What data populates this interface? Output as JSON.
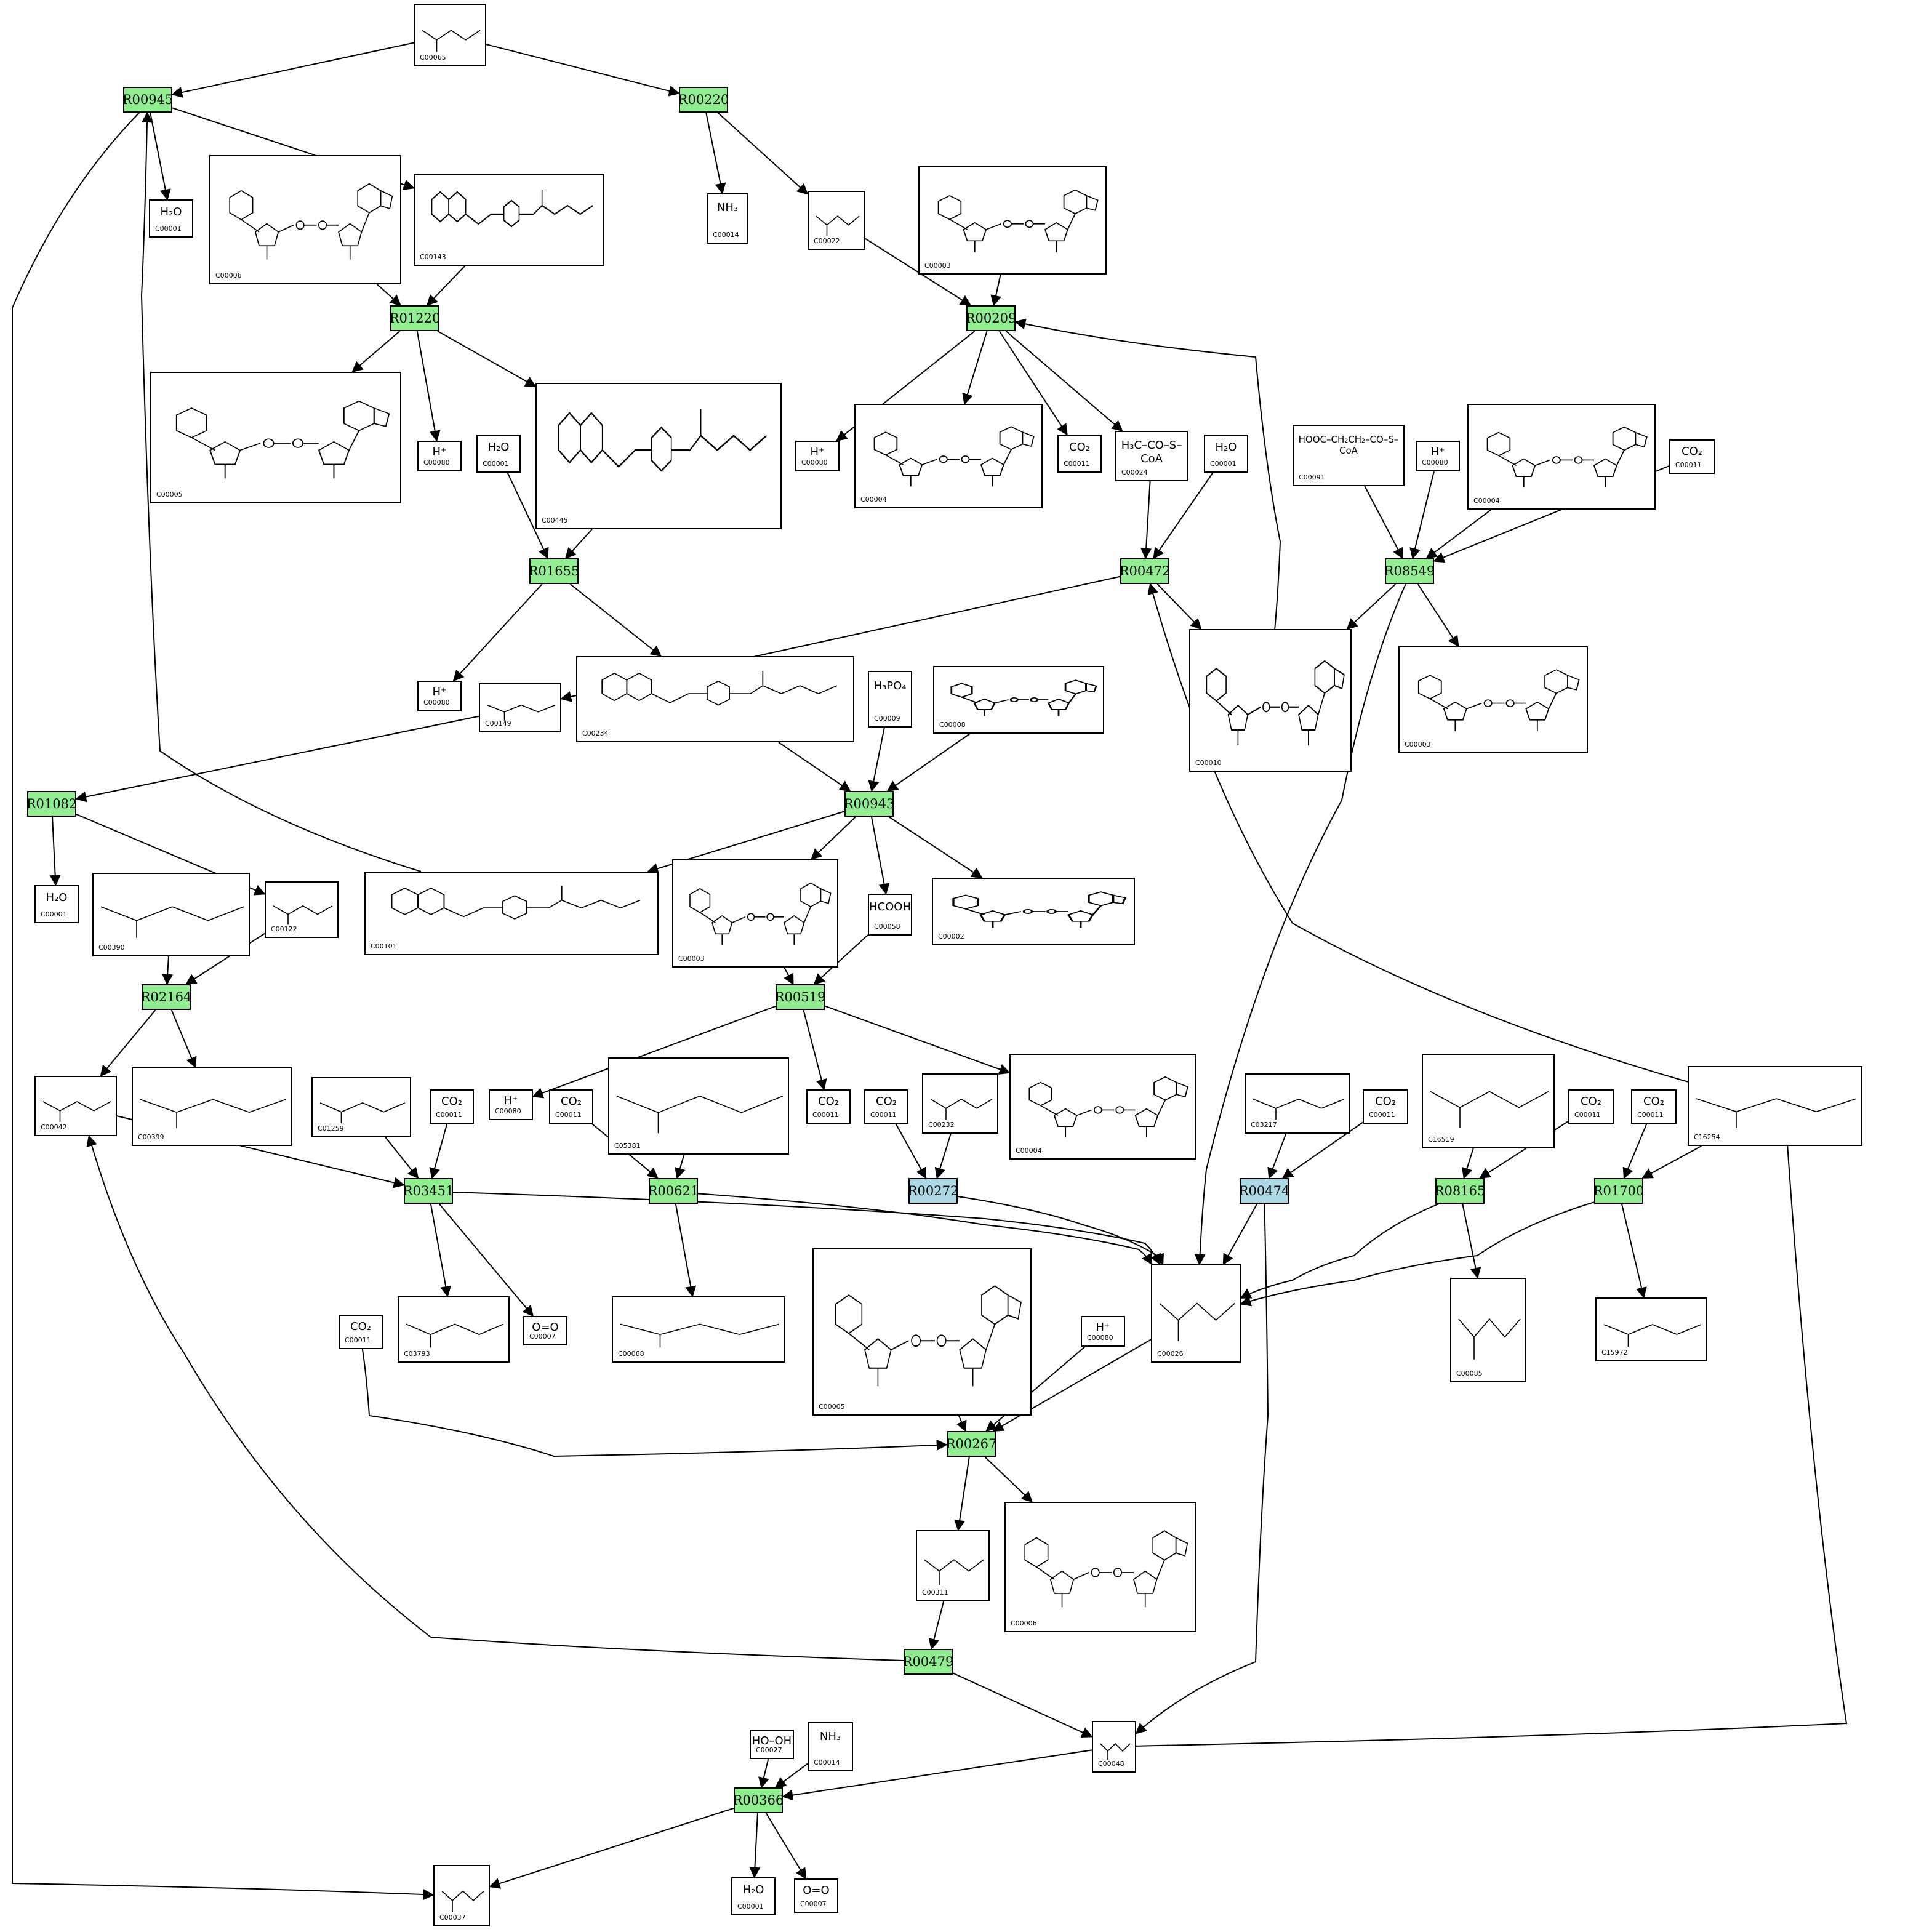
{
  "colors": {
    "reaction_fill": "#90EE90",
    "reaction_alt_fill": "#ADD8E6",
    "edge": "#000000",
    "box_border": "#000000",
    "background": "#FFFFFF"
  },
  "reactions": [
    {
      "id": "R00945",
      "label": "R00945",
      "color": "#90EE90"
    },
    {
      "id": "R00220",
      "label": "R00220",
      "color": "#90EE90"
    },
    {
      "id": "R01220",
      "label": "R01220",
      "color": "#90EE90"
    },
    {
      "id": "R00209",
      "label": "R00209",
      "color": "#90EE90"
    },
    {
      "id": "R01655",
      "label": "R01655",
      "color": "#90EE90"
    },
    {
      "id": "R00472",
      "label": "R00472",
      "color": "#90EE90"
    },
    {
      "id": "R08549",
      "label": "R08549",
      "color": "#90EE90"
    },
    {
      "id": "R01082",
      "label": "R01082",
      "color": "#90EE90"
    },
    {
      "id": "R00943",
      "label": "R00943",
      "color": "#90EE90"
    },
    {
      "id": "R02164",
      "label": "R02164",
      "color": "#90EE90"
    },
    {
      "id": "R00519",
      "label": "R00519",
      "color": "#90EE90"
    },
    {
      "id": "R03451",
      "label": "R03451",
      "color": "#90EE90"
    },
    {
      "id": "R00621",
      "label": "R00621",
      "color": "#90EE90"
    },
    {
      "id": "R00272",
      "label": "R00272",
      "color": "#ADD8E6"
    },
    {
      "id": "R00474",
      "label": "R00474",
      "color": "#ADD8E6"
    },
    {
      "id": "R08165",
      "label": "R08165",
      "color": "#90EE90"
    },
    {
      "id": "R01700",
      "label": "R01700",
      "color": "#90EE90"
    },
    {
      "id": "R00267",
      "label": "R00267",
      "color": "#90EE90"
    },
    {
      "id": "R00479",
      "label": "R00479",
      "color": "#90EE90"
    },
    {
      "id": "R00366",
      "label": "R00366",
      "color": "#90EE90"
    }
  ],
  "compounds": [
    {
      "key": "c00065_top",
      "label": "C00065",
      "glyph": "structure"
    },
    {
      "key": "c00001_a",
      "label": "C00001",
      "formula": "H₂O"
    },
    {
      "key": "c00006_a",
      "label": "C00006",
      "glyph": "nucleotide"
    },
    {
      "key": "c00143",
      "label": "C00143",
      "glyph": "pterin"
    },
    {
      "key": "c00014_a",
      "label": "C00014",
      "formula": "NH₃"
    },
    {
      "key": "c00022",
      "label": "C00022",
      "glyph": "structure"
    },
    {
      "key": "c00003_a",
      "label": "C00003",
      "glyph": "nucleotide"
    },
    {
      "key": "c00005_a",
      "label": "C00005",
      "glyph": "nucleotide"
    },
    {
      "key": "c00080_a",
      "label": "C00080",
      "formula": "H⁺"
    },
    {
      "key": "c00001_b",
      "label": "C00001",
      "formula": "H₂O"
    },
    {
      "key": "c00445",
      "label": "C00445",
      "glyph": "pterin"
    },
    {
      "key": "c00080_b",
      "label": "C00080",
      "formula": "H⁺"
    },
    {
      "key": "c00004_a",
      "label": "C00004",
      "glyph": "nucleotide"
    },
    {
      "key": "c00011_a",
      "label": "C00011",
      "formula": "CO₂"
    },
    {
      "key": "c00024",
      "label": "C00024",
      "formula": "H₃C–CO–S–CoA"
    },
    {
      "key": "c00001_c",
      "label": "C00001",
      "formula": "H₂O"
    },
    {
      "key": "c00091",
      "label": "C00091",
      "formula": "HOOC–CH₂CH₂–CO–S–CoA"
    },
    {
      "key": "c00080_c",
      "label": "C00080",
      "formula": "H⁺"
    },
    {
      "key": "c00004_b",
      "label": "C00004",
      "glyph": "nucleotide"
    },
    {
      "key": "c00011_b",
      "label": "C00011",
      "formula": "CO₂"
    },
    {
      "key": "c00080_d",
      "label": "C00080",
      "formula": "H⁺"
    },
    {
      "key": "c00149",
      "label": "C00149",
      "glyph": "structure"
    },
    {
      "key": "c00234",
      "label": "C00234",
      "glyph": "pterin"
    },
    {
      "key": "c00009",
      "label": "C00009",
      "formula": "H₃PO₄"
    },
    {
      "key": "c00008",
      "label": "C00008",
      "glyph": "nucleotide"
    },
    {
      "key": "c00010",
      "label": "C00010",
      "glyph": "nucleotide"
    },
    {
      "key": "c00003_b",
      "label": "C00003",
      "glyph": "nucleotide"
    },
    {
      "key": "c00001_d",
      "label": "C00001",
      "formula": "H₂O"
    },
    {
      "key": "c00390",
      "label": "C00390",
      "glyph": "structure"
    },
    {
      "key": "c00122",
      "label": "C00122",
      "glyph": "structure"
    },
    {
      "key": "c00101",
      "label": "C00101",
      "glyph": "pterin"
    },
    {
      "key": "c00003_c",
      "label": "C00003",
      "glyph": "nucleotide"
    },
    {
      "key": "c00058",
      "label": "C00058",
      "formula": "HCOOH"
    },
    {
      "key": "c00002",
      "label": "C00002",
      "glyph": "nucleotide"
    },
    {
      "key": "c00042",
      "label": "C00042",
      "glyph": "structure"
    },
    {
      "key": "c00399",
      "label": "C00399",
      "glyph": "structure"
    },
    {
      "key": "c01259",
      "label": "C01259",
      "glyph": "structure"
    },
    {
      "key": "c00011_c",
      "label": "C00011",
      "formula": "CO₂"
    },
    {
      "key": "c00080_e",
      "label": "C00080",
      "formula": "H⁺"
    },
    {
      "key": "c00011_d",
      "label": "C00011",
      "formula": "CO₂"
    },
    {
      "key": "c05381",
      "label": "C05381",
      "glyph": "structure"
    },
    {
      "key": "c00011_e",
      "label": "C00011",
      "formula": "CO₂"
    },
    {
      "key": "c00011_f",
      "label": "C00011",
      "formula": "CO₂"
    },
    {
      "key": "c00232",
      "label": "C00232",
      "glyph": "structure"
    },
    {
      "key": "c00004_c",
      "label": "C00004",
      "glyph": "nucleotide"
    },
    {
      "key": "c03217",
      "label": "C03217",
      "glyph": "structure"
    },
    {
      "key": "c00011_g",
      "label": "C00011",
      "formula": "CO₂"
    },
    {
      "key": "c16519",
      "label": "C16519",
      "glyph": "structure"
    },
    {
      "key": "c00011_h",
      "label": "C00011",
      "formula": "CO₂"
    },
    {
      "key": "c00011_i",
      "label": "C00011",
      "formula": "CO₂"
    },
    {
      "key": "c16254",
      "label": "C16254",
      "glyph": "structure"
    },
    {
      "key": "c00011_j",
      "label": "C00011",
      "formula": "CO₂"
    },
    {
      "key": "c03793",
      "label": "C03793",
      "glyph": "structure"
    },
    {
      "key": "c00007_a",
      "label": "C00007",
      "formula": "O=O"
    },
    {
      "key": "c00068",
      "label": "C00068",
      "glyph": "structure"
    },
    {
      "key": "c00005_b",
      "label": "C00005",
      "glyph": "nucleotide"
    },
    {
      "key": "c00080_f",
      "label": "C00080",
      "formula": "H⁺"
    },
    {
      "key": "c00026",
      "label": "C00026",
      "glyph": "structure"
    },
    {
      "key": "c00085",
      "label": "C00085",
      "glyph": "structure"
    },
    {
      "key": "c15972",
      "label": "C15972",
      "glyph": "structure"
    },
    {
      "key": "c00311",
      "label": "C00311",
      "glyph": "structure"
    },
    {
      "key": "c00006_b",
      "label": "C00006",
      "glyph": "nucleotide"
    },
    {
      "key": "c00027",
      "label": "C00027",
      "formula": "HO–OH"
    },
    {
      "key": "c00014_b",
      "label": "C00014",
      "formula": "NH₃"
    },
    {
      "key": "c00048",
      "label": "C00048",
      "glyph": "structure"
    },
    {
      "key": "c00037",
      "label": "C00037",
      "glyph": "structure"
    },
    {
      "key": "c00001_e",
      "label": "C00001",
      "formula": "H₂O"
    },
    {
      "key": "c00007_b",
      "label": "C00007",
      "formula": "O=O"
    }
  ]
}
